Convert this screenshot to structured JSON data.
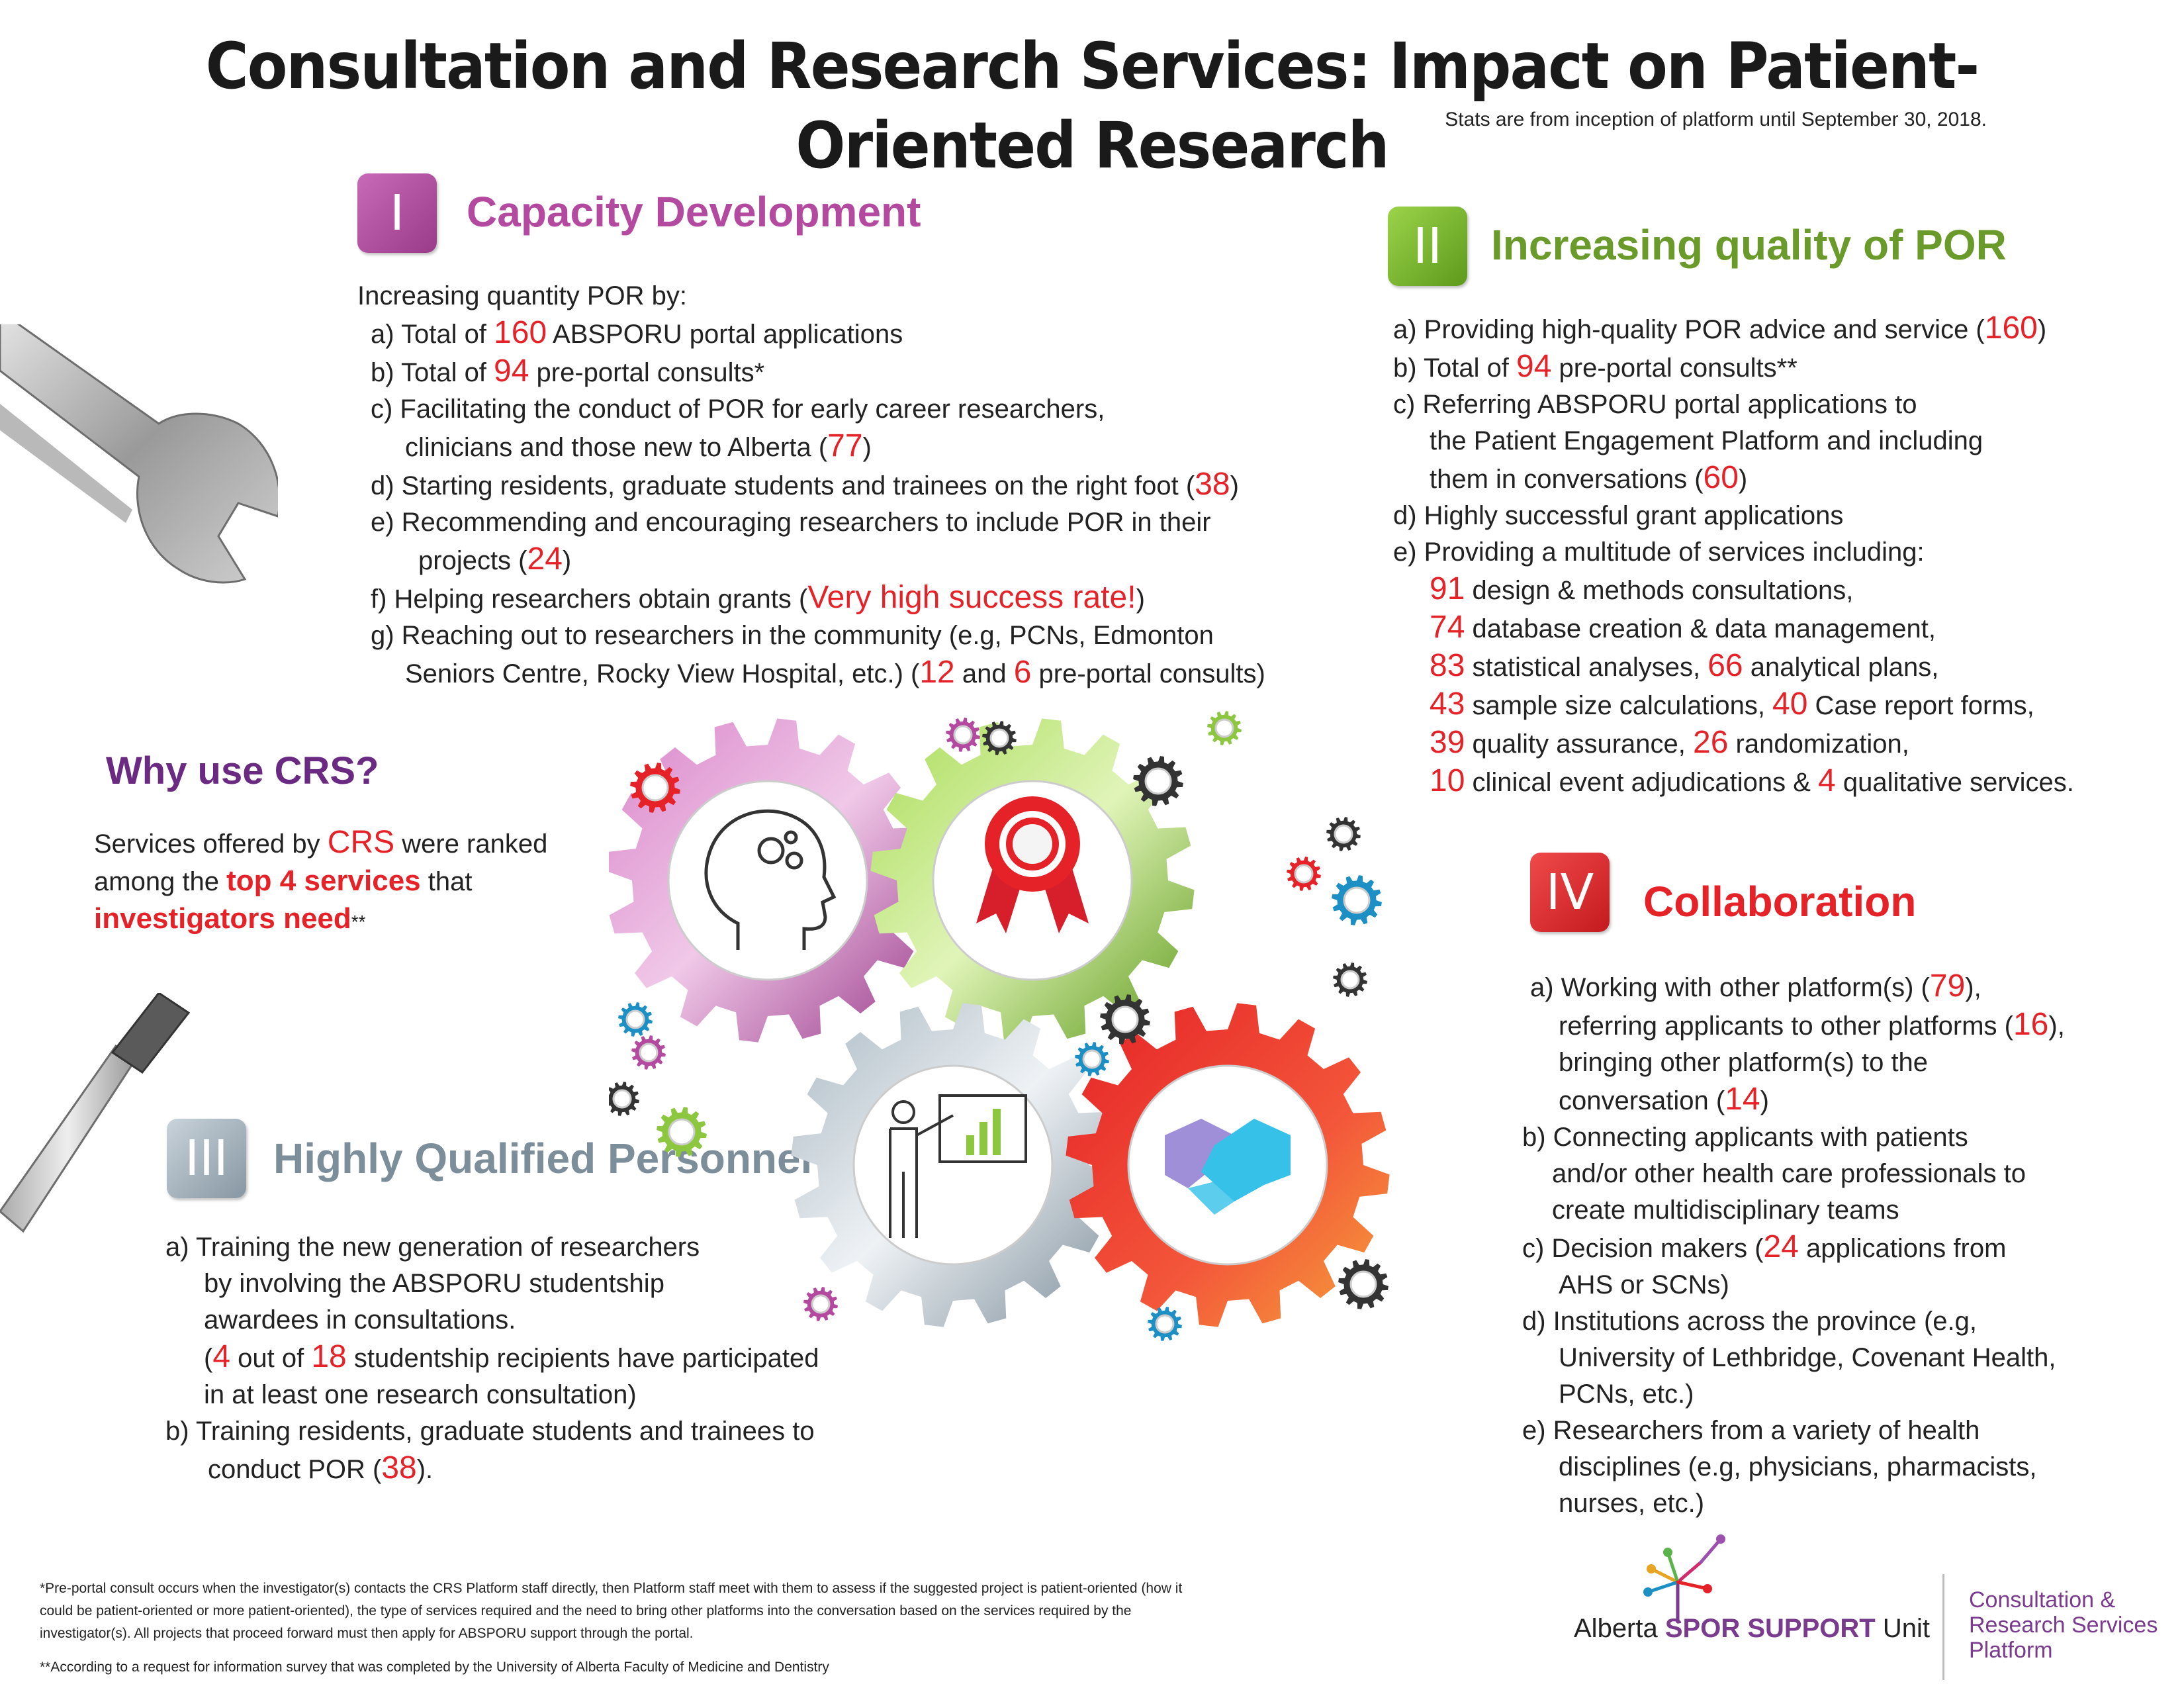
{
  "header": {
    "title_part1": "Consultation and Research Services:",
    "title_strong": "Impact",
    "title_part2": "on Patient-Oriented Research",
    "subtitle": "Stats are from inception of platform until September 30, 2018."
  },
  "section1": {
    "numeral": "I",
    "title": "Capacity Development",
    "intro": "Increasing quantity POR by:",
    "a_pre": "a)  Total of ",
    "a_num": "160",
    "a_post": " ABSPORU portal applications",
    "b_pre": "b)  Total of ",
    "b_num": "94",
    "b_post": " pre-portal consults*",
    "c_line1": "c)  Facilitating the conduct of POR for early career researchers,",
    "c_line2_pre": "clinicians and those new to Alberta (",
    "c_num": "77",
    "c_line2_post": ")",
    "d_pre": "d)  Starting residents, graduate students and trainees on the right foot (",
    "d_num": "38",
    "d_post": ")",
    "e_line1": "e)  Recommending and encouraging researchers to include POR in their",
    "e_line2_pre": "projects (",
    "e_num": "24",
    "e_line2_post": ")",
    "f_pre": "f)  Helping researchers obtain grants (",
    "f_highlight": "Very high success rate!",
    "f_post": ")",
    "g_line1": "g)  Reaching out to researchers in the community (e.g, PCNs, Edmonton",
    "g_line2_pre": "Seniors Centre, Rocky View Hospital, etc.)  (",
    "g_num1": "12",
    "g_mid": " and ",
    "g_num2": "6",
    "g_line2_post": " pre-portal consults)"
  },
  "section2": {
    "numeral": "II",
    "title": "Increasing quality of POR",
    "a_pre": "a)  Providing high-quality POR advice and service (",
    "a_num": "160",
    "a_post": ")",
    "b_pre": "b)  Total of ",
    "b_num": "94",
    "b_post": " pre-portal consults**",
    "c_line1": "c)  Referring ABSPORU portal applications to",
    "c_line2": "the Patient Engagement Platform and including",
    "c_line3_pre": "them in conversations (",
    "c_num": "60",
    "c_line3_post": ")",
    "d": "d)  Highly successful grant applications",
    "e_line1": "e)  Providing a multitude of services including:",
    "s1_num": "91",
    "s1_text": " design & methods consultations,",
    "s2_num": "74",
    "s2_text": " database creation & data management,",
    "s3_num": "83",
    "s3_text": " statistical analyses, ",
    "s3_num2": "66",
    "s3_text2": " analytical plans,",
    "s4_num": "43",
    "s4_text": " sample size calculations, ",
    "s4_num2": "40",
    "s4_text2": " Case report forms,",
    "s5_num": "39",
    "s5_text": " quality assurance, ",
    "s5_num2": "26",
    "s5_text2": " randomization,",
    "s6_num": "10",
    "s6_text": " clinical event adjudications & ",
    "s6_num2": "4",
    "s6_text2": " qualitative services."
  },
  "why": {
    "title": "Why use CRS?",
    "line1_pre": "Services offered by ",
    "line1_hl": "CRS",
    "line1_post": " were ranked",
    "line2_pre": "among the ",
    "line2_hl": "top 4 services",
    "line2_post": " that",
    "line3_hl": "investigators need",
    "line3_post": "**"
  },
  "section3": {
    "numeral": "III",
    "title": "Highly Qualified Personnel",
    "a_line1": "a) Training the new generation of researchers",
    "a_line2": "by involving the ABSPORU studentship",
    "a_line3": "awardees in consultations.",
    "a_line4_pre": "(",
    "a_num1": "4",
    "a_line4_mid": " out of ",
    "a_num2": "18",
    "a_line4_post": " studentship recipients have participated",
    "a_line5": "in at least one research consultation)",
    "b_line1": "b)  Training residents, graduate students and trainees to",
    "b_line2_pre": "conduct POR (",
    "b_num": "38",
    "b_line2_post": ")."
  },
  "section4": {
    "numeral": "IV",
    "title": "Collaboration",
    "a_line1_pre": "a) Working with other platform(s) (",
    "a_num1": "79",
    "a_line1_post": "),",
    "a_line2_pre": "referring applicants to other platforms (",
    "a_num2": "16",
    "a_line2_post": "),",
    "a_line3": "bringing other platform(s) to the",
    "a_line4_pre": "conversation (",
    "a_num3": "14",
    "a_line4_post": ")",
    "b_line1": "b) Connecting applicants with patients",
    "b_line2": "and/or other health care professionals to",
    "b_line3": "create multidisciplinary teams",
    "c_line1_pre": "c)  Decision makers (",
    "c_num": "24",
    "c_line1_post": " applications from",
    "c_line2": "AHS or SCNs)",
    "d_line1": "d)  Institutions across the province (e.g,",
    "d_line2": "University of Lethbridge, Covenant Health,",
    "d_line3": "PCNs, etc.)",
    "e_line1": "e)  Researchers from a variety of health",
    "e_line2": "disciplines (e.g, physicians, pharmacists,",
    "e_line3": "nurses, etc.)"
  },
  "footnotes": {
    "note1_line1": "*Pre-portal consult occurs when the investigator(s) contacts the CRS Platform staff directly, then Platform staff meet with them to assess if the suggested project is patient-oriented (how it",
    "note1_line2": "could be patient-oriented or more patient-oriented), the type of services required and the need to bring other platforms into the conversation based on the services required by the",
    "note1_line3": "investigator(s). All projects that proceed forward must then apply for ABSPORU support through the portal.",
    "note2": "**According to a request for information survey that was completed by the University of Alberta Faculty of Medicine and Dentistry"
  },
  "logo": {
    "alberta": "Alberta",
    "spor": "SPOR SUPPORT",
    "unit": " Unit",
    "platform_line1": "Consultation &",
    "platform_line2": "Research Services",
    "platform_line3": "Platform"
  },
  "colors": {
    "purple": "#b44aa0",
    "green": "#7ab82e",
    "steel": "#8fa3b1",
    "red": "#e52227",
    "why_purple": "#6b2a82"
  },
  "icons": [
    "wrench-icon",
    "screwdriver-icon",
    "brain-gear-icon",
    "award-ribbon-icon",
    "presenter-chart-icon",
    "handshake-icon"
  ]
}
